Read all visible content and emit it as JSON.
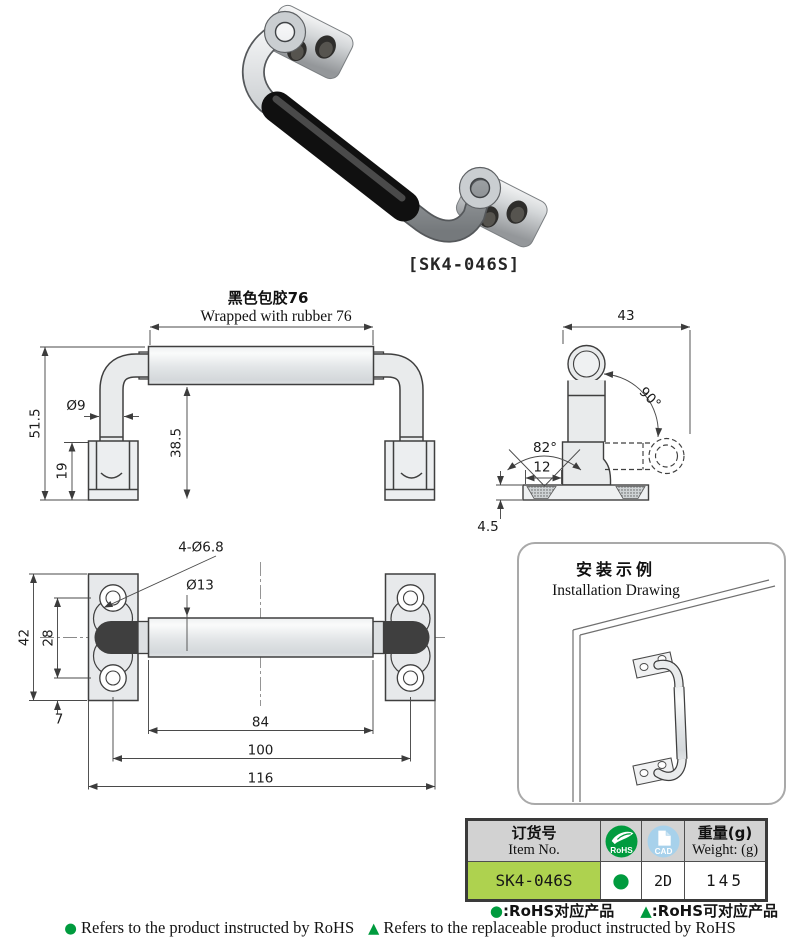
{
  "page": {
    "product_code_label": "[SK4-046S]"
  },
  "front_view": {
    "rubber_label_cn": "黑色包胶76",
    "rubber_label_en": "Wrapped with rubber 76",
    "dim_overall_height": "51.5",
    "dim_bracket_height": "19",
    "dim_tube_diameter": "Ø9",
    "dim_grip_clearance": "38.5"
  },
  "side_view": {
    "dim_depth": "43",
    "dim_fold_angle": "90°",
    "dim_countersink_angle": "82°",
    "dim_countersink_width": "12",
    "dim_plate_thickness": "4.5"
  },
  "plan_view": {
    "dim_mounting_holes": "4-Ø6.8",
    "dim_grip_diameter": "Ø13",
    "dim_plate_length": "42",
    "dim_hole_pitch": "28",
    "dim_hole_edge": "7",
    "dim_grip_length": "84",
    "dim_hole_span": "100",
    "dim_overall_length": "116"
  },
  "installation": {
    "title_cn": "安装示例",
    "title_en": "Installation Drawing"
  },
  "spec_table": {
    "header": {
      "item_cn": "订货号",
      "item_en": "Item No.",
      "rohs_label": "RoHS",
      "cad_label": "CAD",
      "weight_cn": "重量(g)",
      "weight_en": "Weight: (g)"
    },
    "row": {
      "item_no": "SK4-046S",
      "rohs_marker": "●",
      "cad": "2D",
      "weight": "145"
    }
  },
  "legend_cn": {
    "dot_marker": "●",
    "dot_text": ":RoHS对应产品",
    "tri_marker": "▲",
    "tri_text": ":RoHS可对应产品"
  },
  "legend_en": {
    "dot_marker": "●",
    "dot_text": "Refers to the product instructed by RoHS",
    "tri_marker": "▲",
    "tri_text": "Refers to the replaceable product instructed by RoHS"
  },
  "colors": {
    "rohs_green": "#009b3e",
    "cad_blue": "#a7d1eb",
    "item_bg_green": "#aed24f",
    "header_gray": "#d2d2d2",
    "line_dark": "#3f3f3f"
  }
}
